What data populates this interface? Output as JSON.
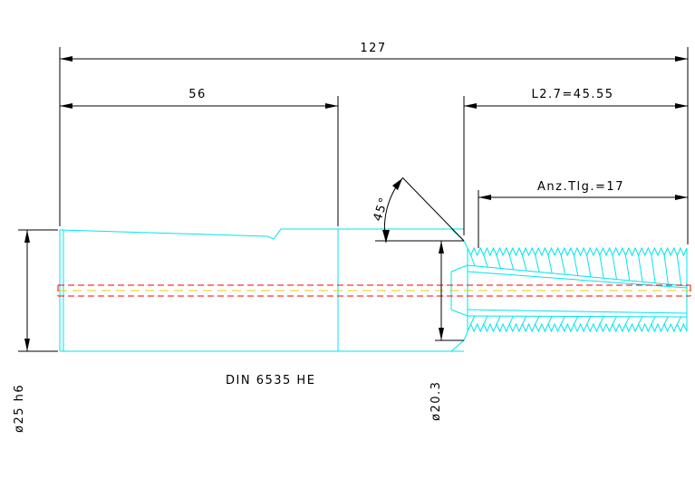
{
  "drawing": {
    "dimensions": {
      "overall_length": "127",
      "shank_length": "56",
      "thread_length": "L2.7=45.55",
      "thread_count": "Anz.Tlg.=17",
      "chamfer_angle": "45°",
      "shank_diameter": "ø25 h6",
      "neck_diameter": "ø20.3"
    },
    "standard": "DIN 6535 HE",
    "colors": {
      "outline": "#00e5ee",
      "dimension": "#000000",
      "centerline_outer": "#ff0000",
      "centerline_inner": "#e0d000"
    }
  }
}
